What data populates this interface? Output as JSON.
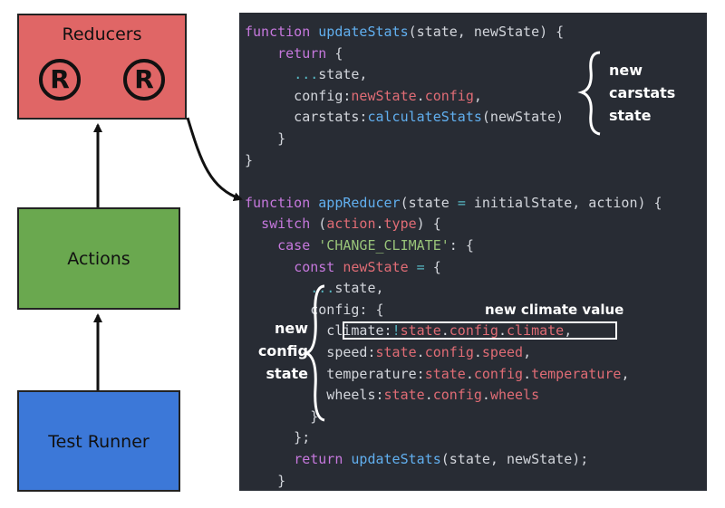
{
  "diagram": {
    "reducers": {
      "label": "Reducers",
      "symbol": "R"
    },
    "actions": {
      "label": "Actions"
    },
    "test_runner": {
      "label": "Test Runner"
    }
  },
  "annotations": {
    "new_carstats_state": [
      "new",
      "carstats",
      "state"
    ],
    "new_config_state": [
      "new",
      "config",
      "state"
    ],
    "new_climate_value": "new climate value"
  },
  "code": [
    [
      [
        "kw",
        "function "
      ],
      [
        "fn",
        "updateStats"
      ],
      [
        "pn",
        "(state, newState) {"
      ]
    ],
    [
      [
        "pn",
        "    "
      ],
      [
        "kw",
        "return"
      ],
      [
        "pn",
        " {"
      ]
    ],
    [
      [
        "pn",
        "      "
      ],
      [
        "op",
        "..."
      ],
      [
        "pn",
        "state,"
      ]
    ],
    [
      [
        "pn",
        "      config:"
      ],
      [
        "var",
        "newState"
      ],
      [
        "pn",
        "."
      ],
      [
        "var",
        "config"
      ],
      [
        "pn",
        ","
      ]
    ],
    [
      [
        "pn",
        "      carstats:"
      ],
      [
        "fn",
        "calculateStats"
      ],
      [
        "pn",
        "(newState)"
      ]
    ],
    [
      [
        "pn",
        "    }"
      ]
    ],
    [
      [
        "pn",
        "}"
      ]
    ],
    [
      [
        "pn",
        ""
      ]
    ],
    [
      [
        "kw",
        "function "
      ],
      [
        "fn",
        "appReducer"
      ],
      [
        "pn",
        "(state "
      ],
      [
        "op",
        "="
      ],
      [
        "pn",
        " initialState, action) {"
      ]
    ],
    [
      [
        "pn",
        "  "
      ],
      [
        "kw",
        "switch"
      ],
      [
        "pn",
        " ("
      ],
      [
        "var",
        "action"
      ],
      [
        "pn",
        "."
      ],
      [
        "var",
        "type"
      ],
      [
        "pn",
        ") {"
      ]
    ],
    [
      [
        "pn",
        "    "
      ],
      [
        "kw",
        "case"
      ],
      [
        "pn",
        " "
      ],
      [
        "str",
        "'CHANGE_CLIMATE'"
      ],
      [
        "pn",
        ": {"
      ]
    ],
    [
      [
        "pn",
        "      "
      ],
      [
        "kw",
        "const"
      ],
      [
        "pn",
        " "
      ],
      [
        "var",
        "newState"
      ],
      [
        "pn",
        " "
      ],
      [
        "op",
        "="
      ],
      [
        "pn",
        " {"
      ]
    ],
    [
      [
        "pn",
        "        "
      ],
      [
        "op",
        "..."
      ],
      [
        "pn",
        "state,"
      ]
    ],
    [
      [
        "pn",
        "        config: {"
      ]
    ],
    [
      [
        "pn",
        "          climate:"
      ],
      [
        "op",
        "!"
      ],
      [
        "var",
        "state"
      ],
      [
        "pn",
        "."
      ],
      [
        "var",
        "config"
      ],
      [
        "pn",
        "."
      ],
      [
        "var",
        "climate"
      ],
      [
        "pn",
        ","
      ]
    ],
    [
      [
        "pn",
        "          speed:"
      ],
      [
        "var",
        "state"
      ],
      [
        "pn",
        "."
      ],
      [
        "var",
        "config"
      ],
      [
        "pn",
        "."
      ],
      [
        "var",
        "speed"
      ],
      [
        "pn",
        ","
      ]
    ],
    [
      [
        "pn",
        "          temperature:"
      ],
      [
        "var",
        "state"
      ],
      [
        "pn",
        "."
      ],
      [
        "var",
        "config"
      ],
      [
        "pn",
        "."
      ],
      [
        "var",
        "temperature"
      ],
      [
        "pn",
        ","
      ]
    ],
    [
      [
        "pn",
        "          wheels:"
      ],
      [
        "var",
        "state"
      ],
      [
        "pn",
        "."
      ],
      [
        "var",
        "config"
      ],
      [
        "pn",
        "."
      ],
      [
        "var",
        "wheels"
      ]
    ],
    [
      [
        "pn",
        "        }"
      ]
    ],
    [
      [
        "pn",
        "      };"
      ]
    ],
    [
      [
        "pn",
        "      "
      ],
      [
        "kw",
        "return"
      ],
      [
        "pn",
        " "
      ],
      [
        "fn",
        "updateStats"
      ],
      [
        "pn",
        "(state, newState);"
      ]
    ],
    [
      [
        "pn",
        "    }"
      ]
    ]
  ]
}
